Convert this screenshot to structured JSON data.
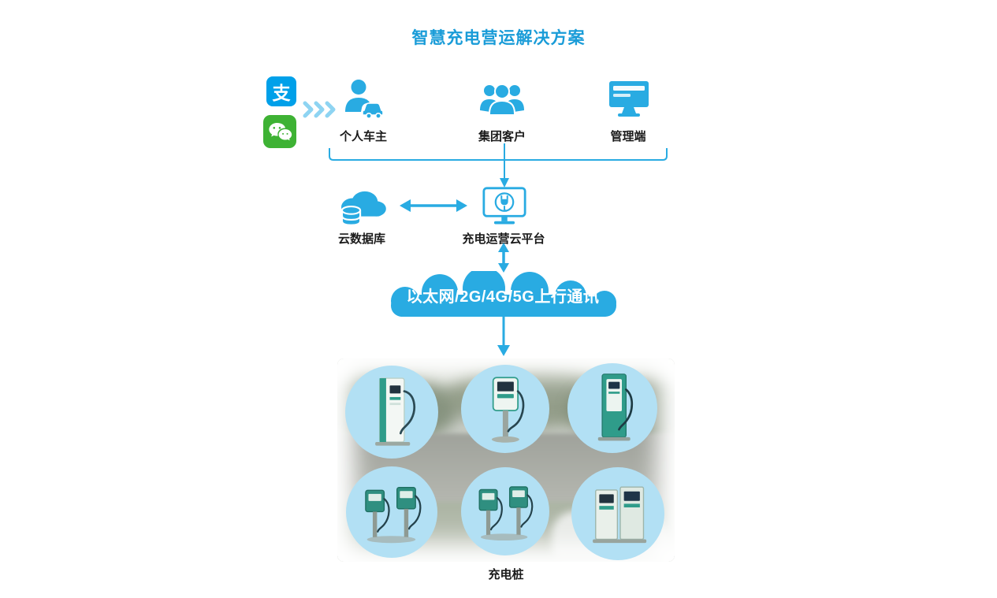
{
  "title": "智慧充电营运解决方案",
  "apps": {
    "alipay_glyph": "支"
  },
  "actors": [
    {
      "label": "个人车主"
    },
    {
      "label": "集团客户"
    },
    {
      "label": "管理端"
    }
  ],
  "platform_row": {
    "cloud_db_label": "云数据库",
    "platform_label": "充电运营云平台"
  },
  "network_banner": {
    "label": "以太网/2G/4G/5G上行通讯"
  },
  "devices": {
    "label": "充电桩",
    "station_count": 6
  },
  "colors": {
    "accent": "#29abe2",
    "title-color": "#1a9cd8",
    "alipay": "#00a0e9",
    "wechat": "#3eb234",
    "banner": "#29abe2",
    "circle": "#b2e0f4"
  }
}
